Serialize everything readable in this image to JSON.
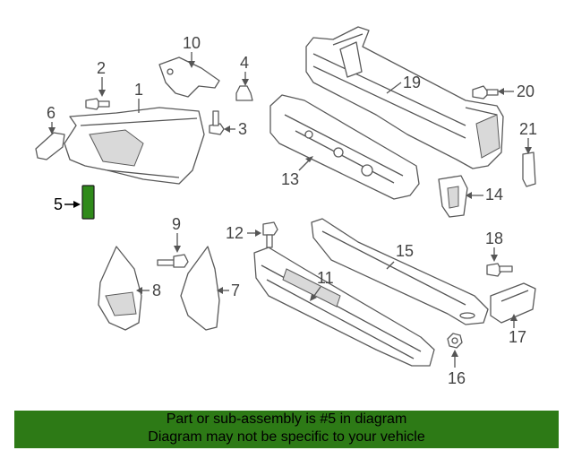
{
  "diagram": {
    "highlighted_part": "5",
    "highlight_color": "#2f8a1a",
    "callouts": [
      {
        "id": "1",
        "label": "1"
      },
      {
        "id": "2",
        "label": "2"
      },
      {
        "id": "3",
        "label": "3"
      },
      {
        "id": "4",
        "label": "4"
      },
      {
        "id": "5",
        "label": "5"
      },
      {
        "id": "6",
        "label": "6"
      },
      {
        "id": "7",
        "label": "7"
      },
      {
        "id": "8",
        "label": "8"
      },
      {
        "id": "9",
        "label": "9"
      },
      {
        "id": "10",
        "label": "10"
      },
      {
        "id": "11",
        "label": "11"
      },
      {
        "id": "12",
        "label": "12"
      },
      {
        "id": "13",
        "label": "13"
      },
      {
        "id": "14",
        "label": "14"
      },
      {
        "id": "15",
        "label": "15"
      },
      {
        "id": "16",
        "label": "16"
      },
      {
        "id": "17",
        "label": "17"
      },
      {
        "id": "18",
        "label": "18"
      },
      {
        "id": "19",
        "label": "19"
      },
      {
        "id": "20",
        "label": "20"
      },
      {
        "id": "21",
        "label": "21"
      }
    ]
  },
  "banner": {
    "line1": "Part or sub-assembly is #5 in diagram",
    "line2": "Diagram may not be specific to your vehicle",
    "color": "#2d7a16"
  }
}
